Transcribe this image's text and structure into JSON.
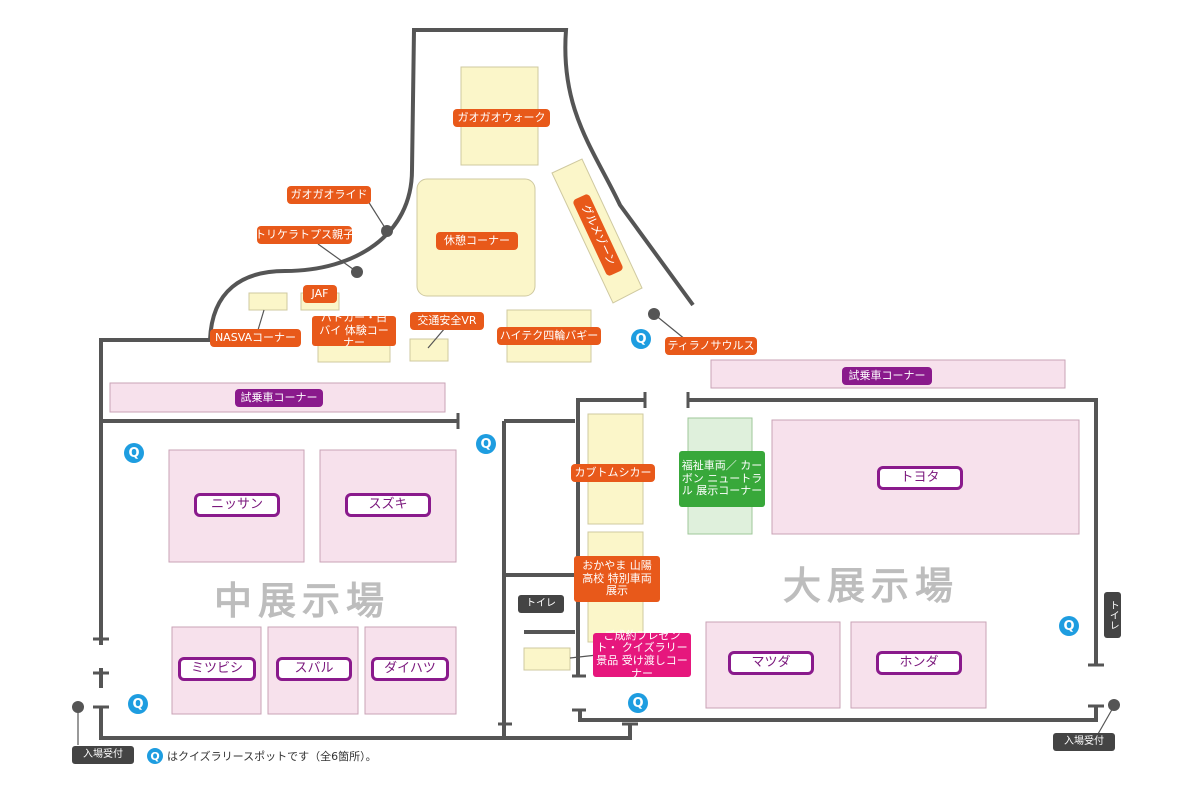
{
  "colors": {
    "wall": "#555555",
    "cream": "#fbf6c9",
    "pink": "#f7e1ec",
    "green_area": "#dff0dc",
    "orange": "#e8591a",
    "purple": "#8a1a8c",
    "quiz_blue": "#1e9de0"
  },
  "attractions": {
    "gaogao_walk": "ガオガオウォーク",
    "gaogao_ride": "ガオガオライド",
    "triceratops": "トリケラトプス親子",
    "rest_corner": "休憩コーナー",
    "gourmet_zone": "グルメゾーン",
    "jaf": "JAF",
    "nasva": "NASVAコーナー",
    "patrol_car": "パトカー・白バイ 体験コーナー",
    "traffic_vr": "交通安全VR",
    "hightech_buggy": "ハイテク四輪バギー",
    "tyrannosaurus": "ティラノサウルス",
    "beetle_car": "カブトムシカー",
    "okayama_sanyo": "おかやま 山陽高校 特別車両展示",
    "welfare_vehicle": "福祉車両／ カーボン ニュートラル 展示コーナー",
    "prize_corner": "ご成約プレゼント・ クイズラリー景品 受け渡しコーナー"
  },
  "test_drive": {
    "left": "試乗車コーナー",
    "right": "試乗車コーナー"
  },
  "brands": {
    "nissan": "ニッサン",
    "suzuki": "スズキ",
    "mitsubishi": "ミツビシ",
    "subaru": "スバル",
    "daihatsu": "ダイハツ",
    "toyota": "トヨタ",
    "mazda": "マツダ",
    "honda": "ホンダ"
  },
  "halls": {
    "middle": "中展示場",
    "large": "大展示場"
  },
  "facilities": {
    "toilet_center": "トイレ",
    "toilet_right": "トイレ",
    "entrance_left": "入場受付",
    "entrance_right": "入場受付"
  },
  "legend": {
    "quiz_symbol": "Q",
    "text": "はクイズラリースポットです（全6箇所）。"
  },
  "quiz_spot_count": 6
}
